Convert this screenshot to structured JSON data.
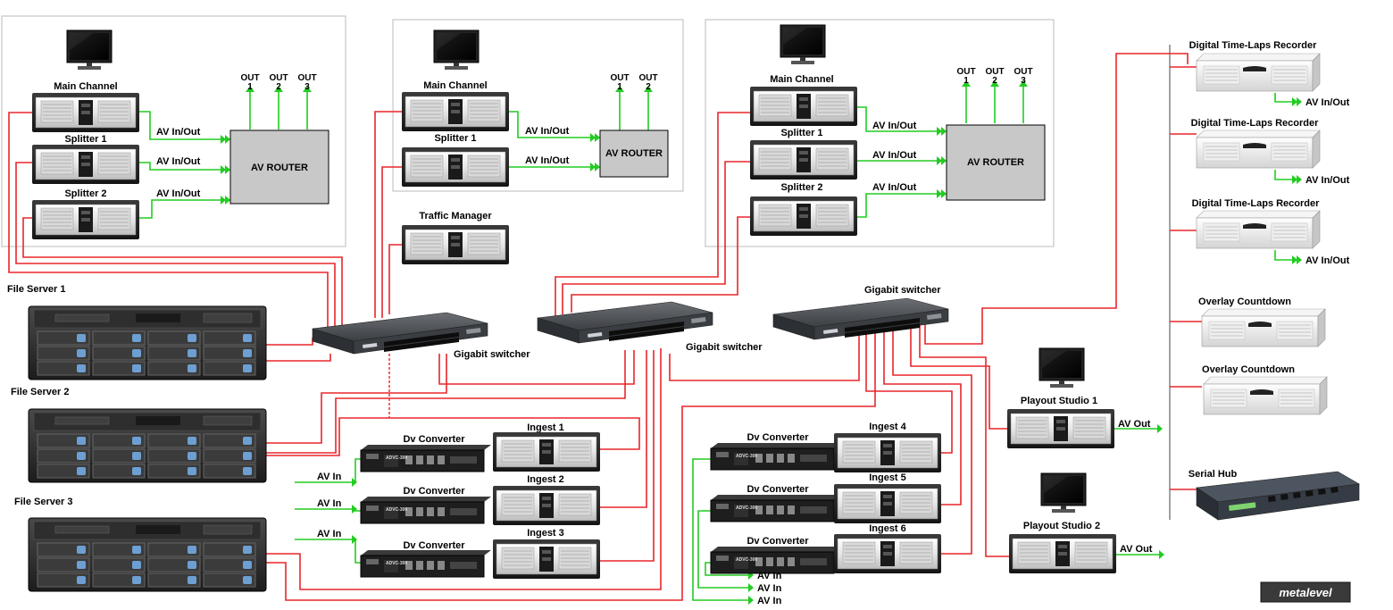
{
  "groups": [
    {
      "channel": "Main Channel",
      "splitters": [
        "Splitter 1",
        "Splitter 2"
      ],
      "router": "AV ROUTER",
      "av_links": [
        "AV In/Out",
        "AV In/Out",
        "AV In/Out"
      ],
      "outs": [
        [
          "OUT",
          "1"
        ],
        [
          "OUT",
          "2"
        ],
        [
          "OUT",
          "3"
        ]
      ]
    },
    {
      "channel": "Main Channel",
      "splitters": [
        "Splitter 1"
      ],
      "router": "AV ROUTER",
      "av_links": [
        "AV In/Out",
        "AV In/Out"
      ],
      "outs": [
        [
          "OUT",
          "1"
        ],
        [
          "OUT",
          "2"
        ]
      ]
    },
    {
      "channel": "Main Channel",
      "splitters": [
        "Splitter 1",
        "Splitter 2"
      ],
      "router": "AV ROUTER",
      "av_links": [
        "AV In/Out",
        "AV In/Out",
        "AV In/Out"
      ],
      "outs": [
        [
          "OUT",
          "1"
        ],
        [
          "OUT",
          "2"
        ],
        [
          "OUT",
          "3"
        ]
      ]
    }
  ],
  "traffic_manager": "Traffic Manager",
  "switches": [
    "Gigabit switcher",
    "Gigabit switcher",
    "Gigabit switcher"
  ],
  "file_servers": [
    "File Server 1",
    "File Server 2",
    "File Server 3"
  ],
  "dv_converters_left": [
    "Dv Converter",
    "Dv Converter",
    "Dv Converter"
  ],
  "dv_converters_right": [
    "Dv Converter",
    "Dv Converter",
    "Dv Converter"
  ],
  "converter_badge": "ADVC-300",
  "ingest_left": [
    "Ingest 1",
    "Ingest 2",
    "Ingest 3"
  ],
  "ingest_right": [
    "Ingest 4",
    "Ingest 5",
    "Ingest 6"
  ],
  "av_in_left": [
    "AV In",
    "AV In",
    "AV In"
  ],
  "av_in_right": [
    "AV In",
    "AV In",
    "AV In"
  ],
  "playout": [
    {
      "label": "Playout Studio 1",
      "out": "AV Out"
    },
    {
      "label": "Playout Studio 2",
      "out": "AV Out"
    }
  ],
  "recorders": [
    {
      "label": "Digital Time-Laps Recorder",
      "io": "AV In/Out"
    },
    {
      "label": "Digital Time-Laps Recorder",
      "io": "AV In/Out"
    },
    {
      "label": "Digital Time-Laps Recorder",
      "io": "AV In/Out"
    }
  ],
  "overlays": [
    "Overlay Countdown",
    "Overlay Countdown"
  ],
  "serial_hub": "Serial Hub",
  "logo_text": "metalevel",
  "colors": {
    "network_cable": "#e8262b",
    "av_cable": "#22cc22",
    "router_fill": "#c8c8c8",
    "frame_border": "#bbbbbb"
  }
}
